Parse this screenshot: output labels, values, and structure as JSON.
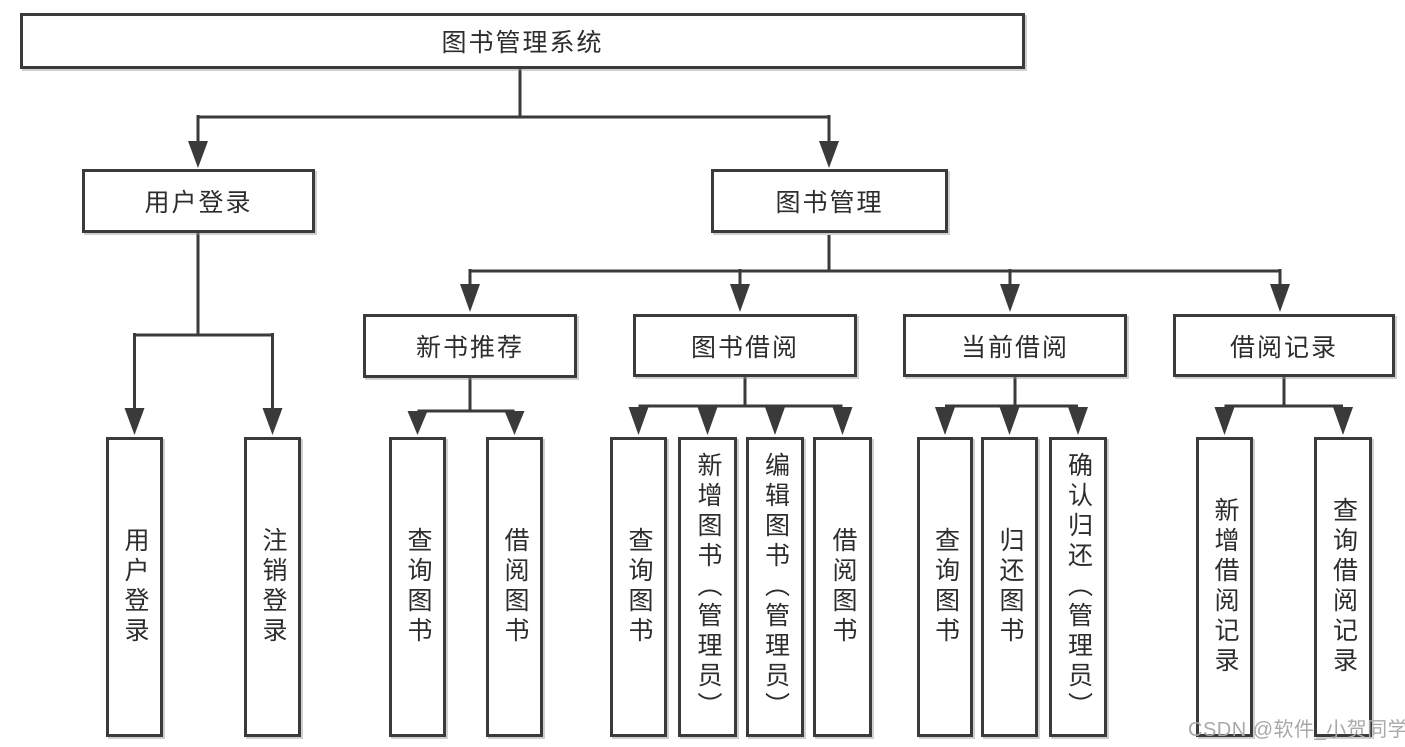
{
  "tree": {
    "label": "图书管理系统",
    "children": [
      {
        "label": "用户登录",
        "children": [
          {
            "label": "用户登录"
          },
          {
            "label": "注销登录"
          }
        ]
      },
      {
        "label": "图书管理",
        "children": [
          {
            "label": "新书推荐",
            "children": [
              {
                "label": "查询图书"
              },
              {
                "label": "借阅图书"
              }
            ]
          },
          {
            "label": "图书借阅",
            "children": [
              {
                "label": "查询图书"
              },
              {
                "label": "新增图书（管理员）"
              },
              {
                "label": "编辑图书（管理员）"
              },
              {
                "label": "借阅图书"
              }
            ]
          },
          {
            "label": "当前借阅",
            "children": [
              {
                "label": "查询图书"
              },
              {
                "label": "归还图书"
              },
              {
                "label": "确认归还（管理员）"
              }
            ]
          },
          {
            "label": "借阅记录",
            "children": [
              {
                "label": "新增借阅记录"
              },
              {
                "label": "查询借阅记录"
              }
            ]
          }
        ]
      }
    ]
  },
  "watermark": {
    "text": "CSDN @软件_小贺同学"
  },
  "colors": {
    "line": "#3a3a3a",
    "box_border": "#3a3a3a",
    "text": "#2d2d2d",
    "watermark": "#a9a9a9",
    "background": "#ffffff"
  }
}
